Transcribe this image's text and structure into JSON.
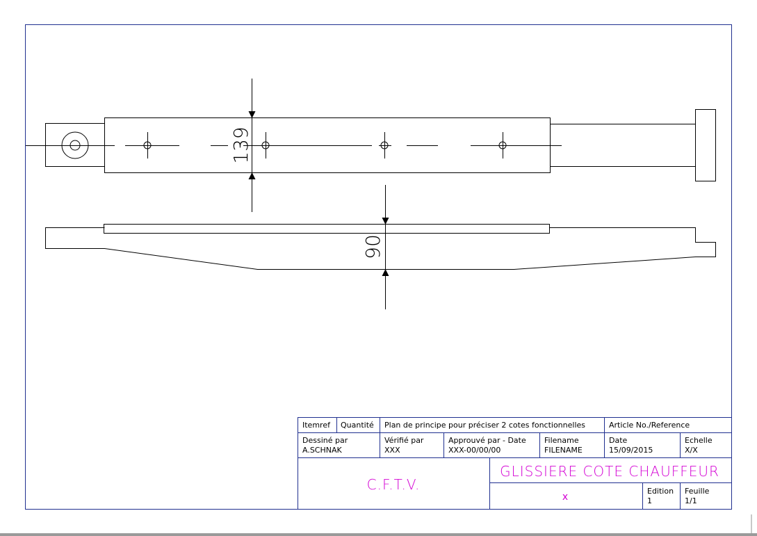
{
  "colors": {
    "frame": "#1f2f8f",
    "geometry": "#000000",
    "magenta": "#d400d4"
  },
  "dimensions": {
    "width_label": "139",
    "height_label": "90"
  },
  "title_block": {
    "itemref": "Itemref",
    "quantite": "Quantité",
    "description": "Plan de principe pour préciser 2 cotes fonctionnelles",
    "article": "Article No./Reference",
    "dessine_label": "Dessiné par",
    "dessine_value": "A.SCHNAK",
    "verifie_label": "Vérifié par",
    "verifie_value": "XXX",
    "approuve_label": "Approuvé par - Date",
    "approuve_value": "XXX-00/00/00",
    "filename_label": "Filename",
    "filename_value": "FILENAME",
    "date_label": "Date",
    "date_value": "15/09/2015",
    "echelle_label": "Echelle",
    "echelle_value": "X/X",
    "company": "C.F.T.V.",
    "title": "GLISSIERE COTE CHAUFFEUR",
    "subtitle": "x",
    "edition_label": "Edition",
    "edition_value": "1",
    "feuille_label": "Feuille",
    "feuille_value": "1/1"
  }
}
